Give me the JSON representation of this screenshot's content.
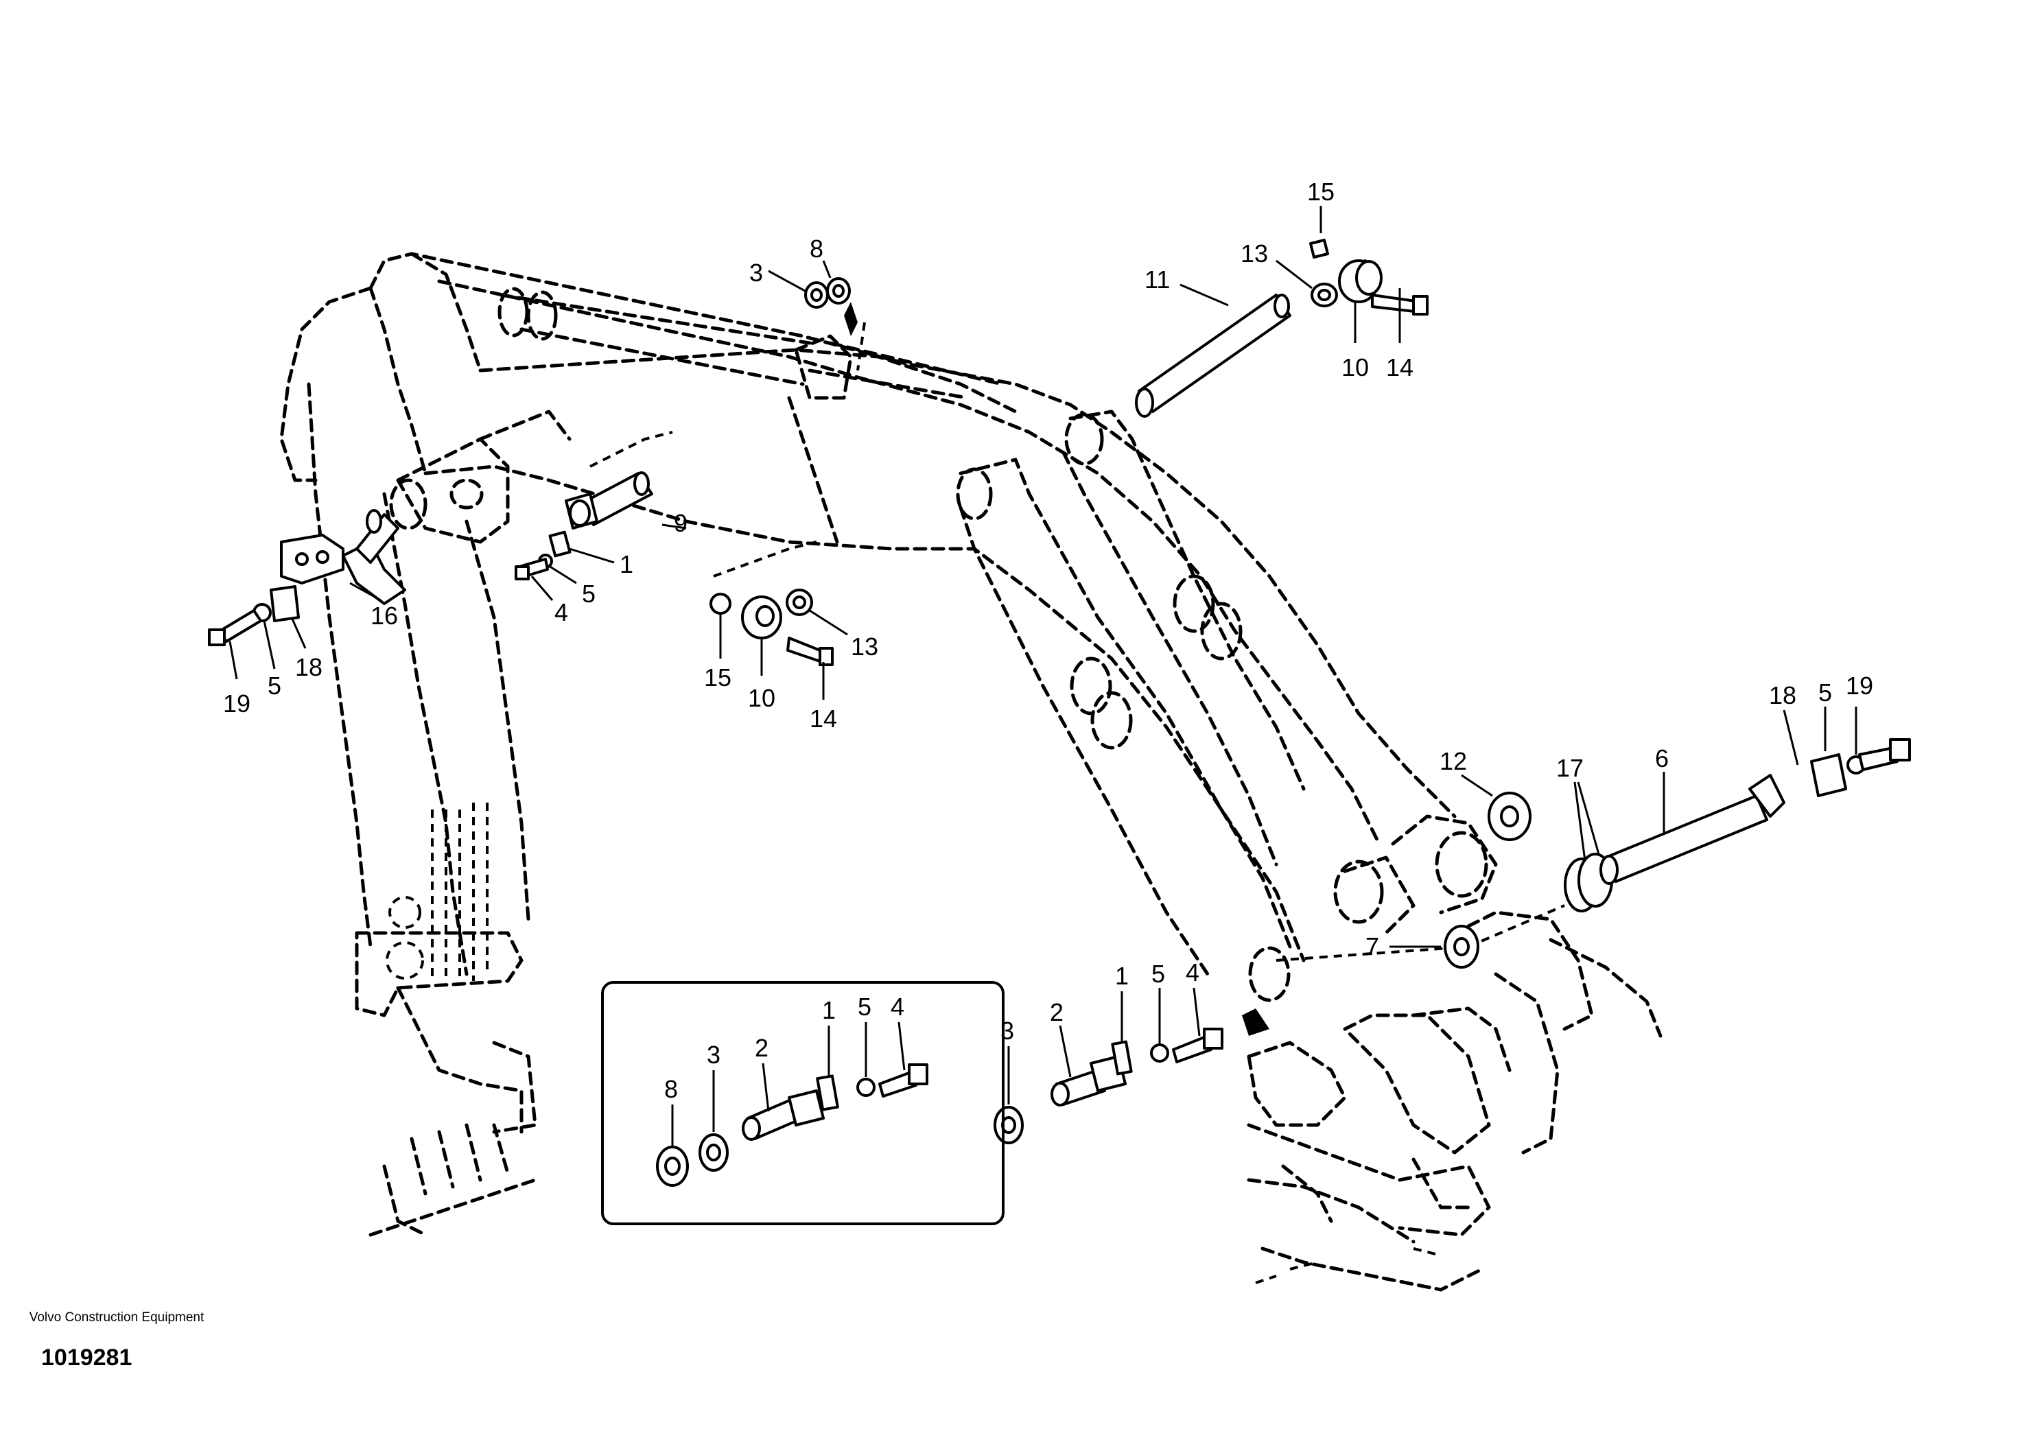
{
  "footer": {
    "company": "Volvo Construction Equipment",
    "drawing_number": "1019281"
  },
  "labels": {
    "lbl_15_top": "15",
    "lbl_13_top": "13",
    "lbl_10_top": "10",
    "lbl_14_top": "14",
    "lbl_11": "11",
    "lbl_8_top": "8",
    "lbl_3_top": "3",
    "lbl_9": "9",
    "lbl_1_mid": "1",
    "lbl_5_mid": "5",
    "lbl_4_mid": "4",
    "lbl_16": "16",
    "lbl_18_left": "18",
    "lbl_5_left": "5",
    "lbl_19_left": "19",
    "lbl_15_mid": "15",
    "lbl_10_mid": "10",
    "lbl_14_mid": "14",
    "lbl_13_mid": "13",
    "lbl_12": "12",
    "lbl_17": "17",
    "lbl_6": "6",
    "lbl_18_right": "18",
    "lbl_5_right": "5",
    "lbl_19_right": "19",
    "lbl_7": "7",
    "lbl_3_low": "3",
    "lbl_2_low": "2",
    "lbl_1_low": "1",
    "lbl_5_low": "5",
    "lbl_4_low": "4",
    "lbl_8_box": "8",
    "lbl_3_box": "3",
    "lbl_2_box": "2",
    "lbl_1_box": "1",
    "lbl_5_box": "5",
    "lbl_4_box": "4"
  }
}
